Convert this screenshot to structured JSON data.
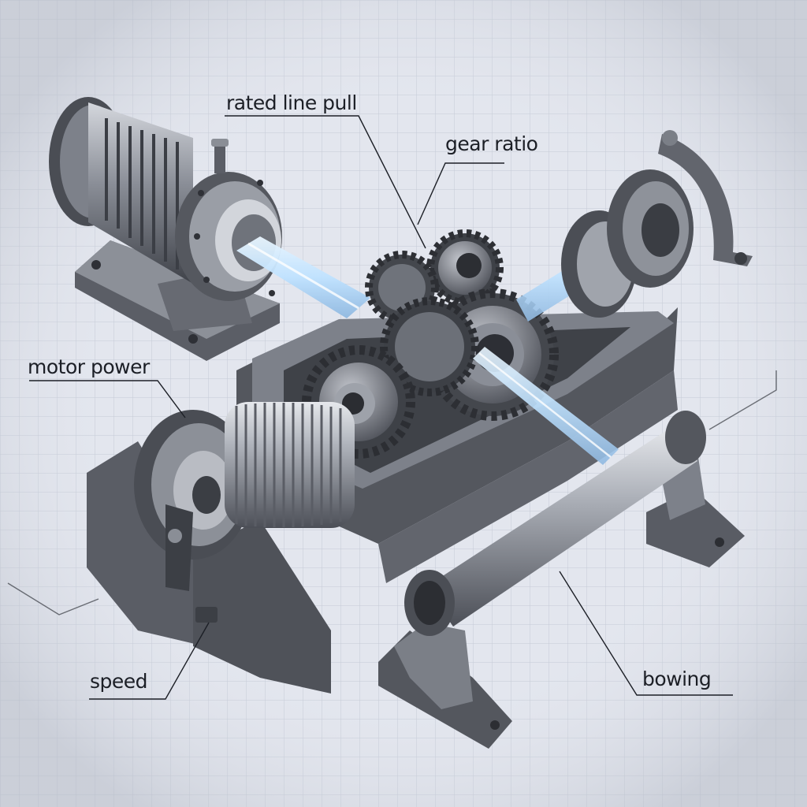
{
  "labels": {
    "rated_line_pull": "rated line pull",
    "gear_ratio": "gear ratio",
    "motor_power": "motor power",
    "speed": "speed",
    "bowing": "bowing"
  },
  "colors": {
    "background": "#e3e6ee",
    "grid": "#c4cad6",
    "metal_dark": "#4a4d54",
    "metal_mid": "#7c8089",
    "metal_light": "#c9ccd2",
    "shaft_glow": "#bfe2ff",
    "leader_line": "#1c1f26"
  },
  "components": [
    "electric-motor",
    "gear-train",
    "cable-drum",
    "gear-housing",
    "output-roller",
    "bearing-bracket"
  ]
}
